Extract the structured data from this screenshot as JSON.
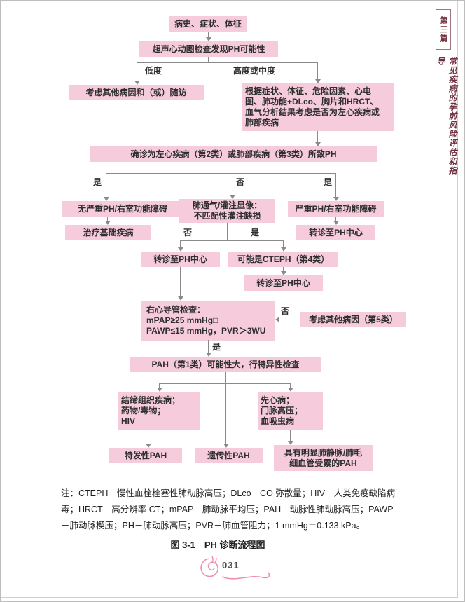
{
  "sidebar": {
    "chapter": "第三篇",
    "title": "常见疾病的孕前风险评估和指导"
  },
  "flow": {
    "n_history": "病史、症状、体征",
    "n_echo": "超声心动图检查发现PH可能性",
    "lbl_low": "低度",
    "lbl_high": "高度或中度",
    "lbl_yes": "是",
    "lbl_no": "否",
    "n_other_followup": "考虑其他病因和（或）随访",
    "n_assess": "根据症状、体征、危险因素、心电\n图、肺功能+DLco、胸片和HRCT、\n血气分析结果考虑是否为左心疾病或\n肺部疾病",
    "n_confirm": "确诊为左心疾病（第2类）或肺部疾病（第3类）所致PH",
    "n_no_severe": "无严重PH/右室功能障碍",
    "n_treat_basic": "治疗基础疾病",
    "n_vq": "肺通气/灌注显像：\n不匹配性灌注缺损",
    "n_severe": "严重PH/右室功能障碍",
    "n_refer_right": "转诊至PH中心",
    "n_refer_center": "转诊至PH中心",
    "n_refer_cteph": "转诊至PH中心",
    "n_cteph": "可能是CTEPH（第4类）",
    "n_rhc": "右心导管检查：\nmPAP≥25 mmHg□\nPAWP≤15 mmHg，PVR＞3WU",
    "n_other5": "考虑其他病因（第5类）",
    "n_pah": "PAH（第1类）可能性大，行特异性检查",
    "n_ctd": "结缔组织疾病；\n药物/毒物；\nHIV",
    "n_chd": "先心病；\n门脉高压；\n血吸虫病",
    "n_ipah": "特发性PAH",
    "n_hpah": "遗传性PAH",
    "n_pvod": "具有明显肺静脉/肺毛\n细血管受累的PAH"
  },
  "note": {
    "lines": [
      "注：CTEPH－慢性血栓栓塞性肺动脉高压；DLco－CO 弥散量；HIV－人类免疫缺陷病",
      "毒；HRCT－高分辨率 CT；mPAP－肺动脉平均压；PAH－动脉性肺动脉高压；PAWP",
      "－肺动脉楔压；PH－肺动脉高压；PVR－肺血管阻力；1 mmHg＝0.133 kPa。"
    ]
  },
  "caption": "图 3-1　PH 诊断流程图",
  "footer": {
    "page_number": "031"
  },
  "colors": {
    "box_pink": "#f6ccdc",
    "accent_pink": "#ee8fb2",
    "sidebar_maroon": "#6f2f3f"
  }
}
